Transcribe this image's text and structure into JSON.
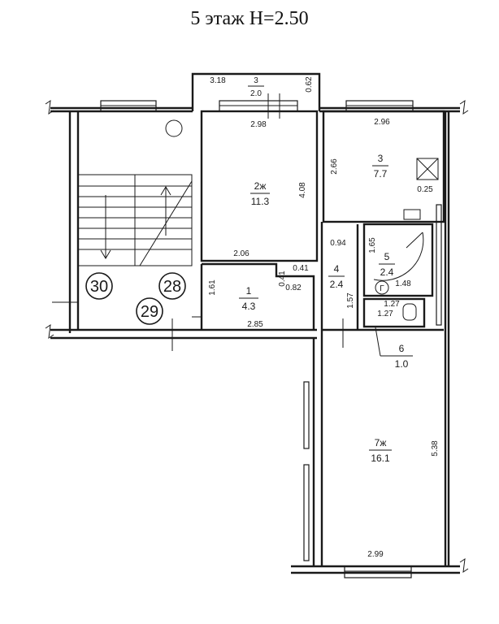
{
  "title": "5 этаж H=2.50",
  "rooms": [
    {
      "no": "2ж",
      "area": "11.3"
    },
    {
      "no": "3",
      "area": "7.7"
    },
    {
      "no": "1",
      "area": "4.3"
    },
    {
      "no": "4",
      "area": "2.4"
    },
    {
      "no": "5",
      "area": "2.4"
    },
    {
      "no": "6",
      "area": "1.0"
    },
    {
      "no": "7ж",
      "area": "16.1"
    },
    {
      "no": "3",
      "area": "2.0"
    }
  ],
  "dimensions": {
    "balcony_w": "3.18",
    "balcony_d": "0.62",
    "r2_top": "2.98",
    "r2_side": "4.08",
    "r2_bottom": "2.06",
    "r2_step": "0.41",
    "r3_top": "2.96",
    "r3_side": "2.66",
    "r3_corner": "0.25",
    "r4_top": "0.94",
    "r4_side": "1.57",
    "r5_side": "1.65",
    "r5_bottom": "1.48",
    "r6_top": "1.27",
    "r6_mid": "1.27",
    "r1_side": "1.61",
    "r1_step_v": "0.41",
    "r1_step_h": "0.82",
    "r1_bottom": "2.85",
    "r7_side": "5.38",
    "r7_bottom": "2.99"
  },
  "stair_apartments": [
    "30",
    "28",
    "29"
  ],
  "symbols": {
    "gas_stove": "Г"
  }
}
